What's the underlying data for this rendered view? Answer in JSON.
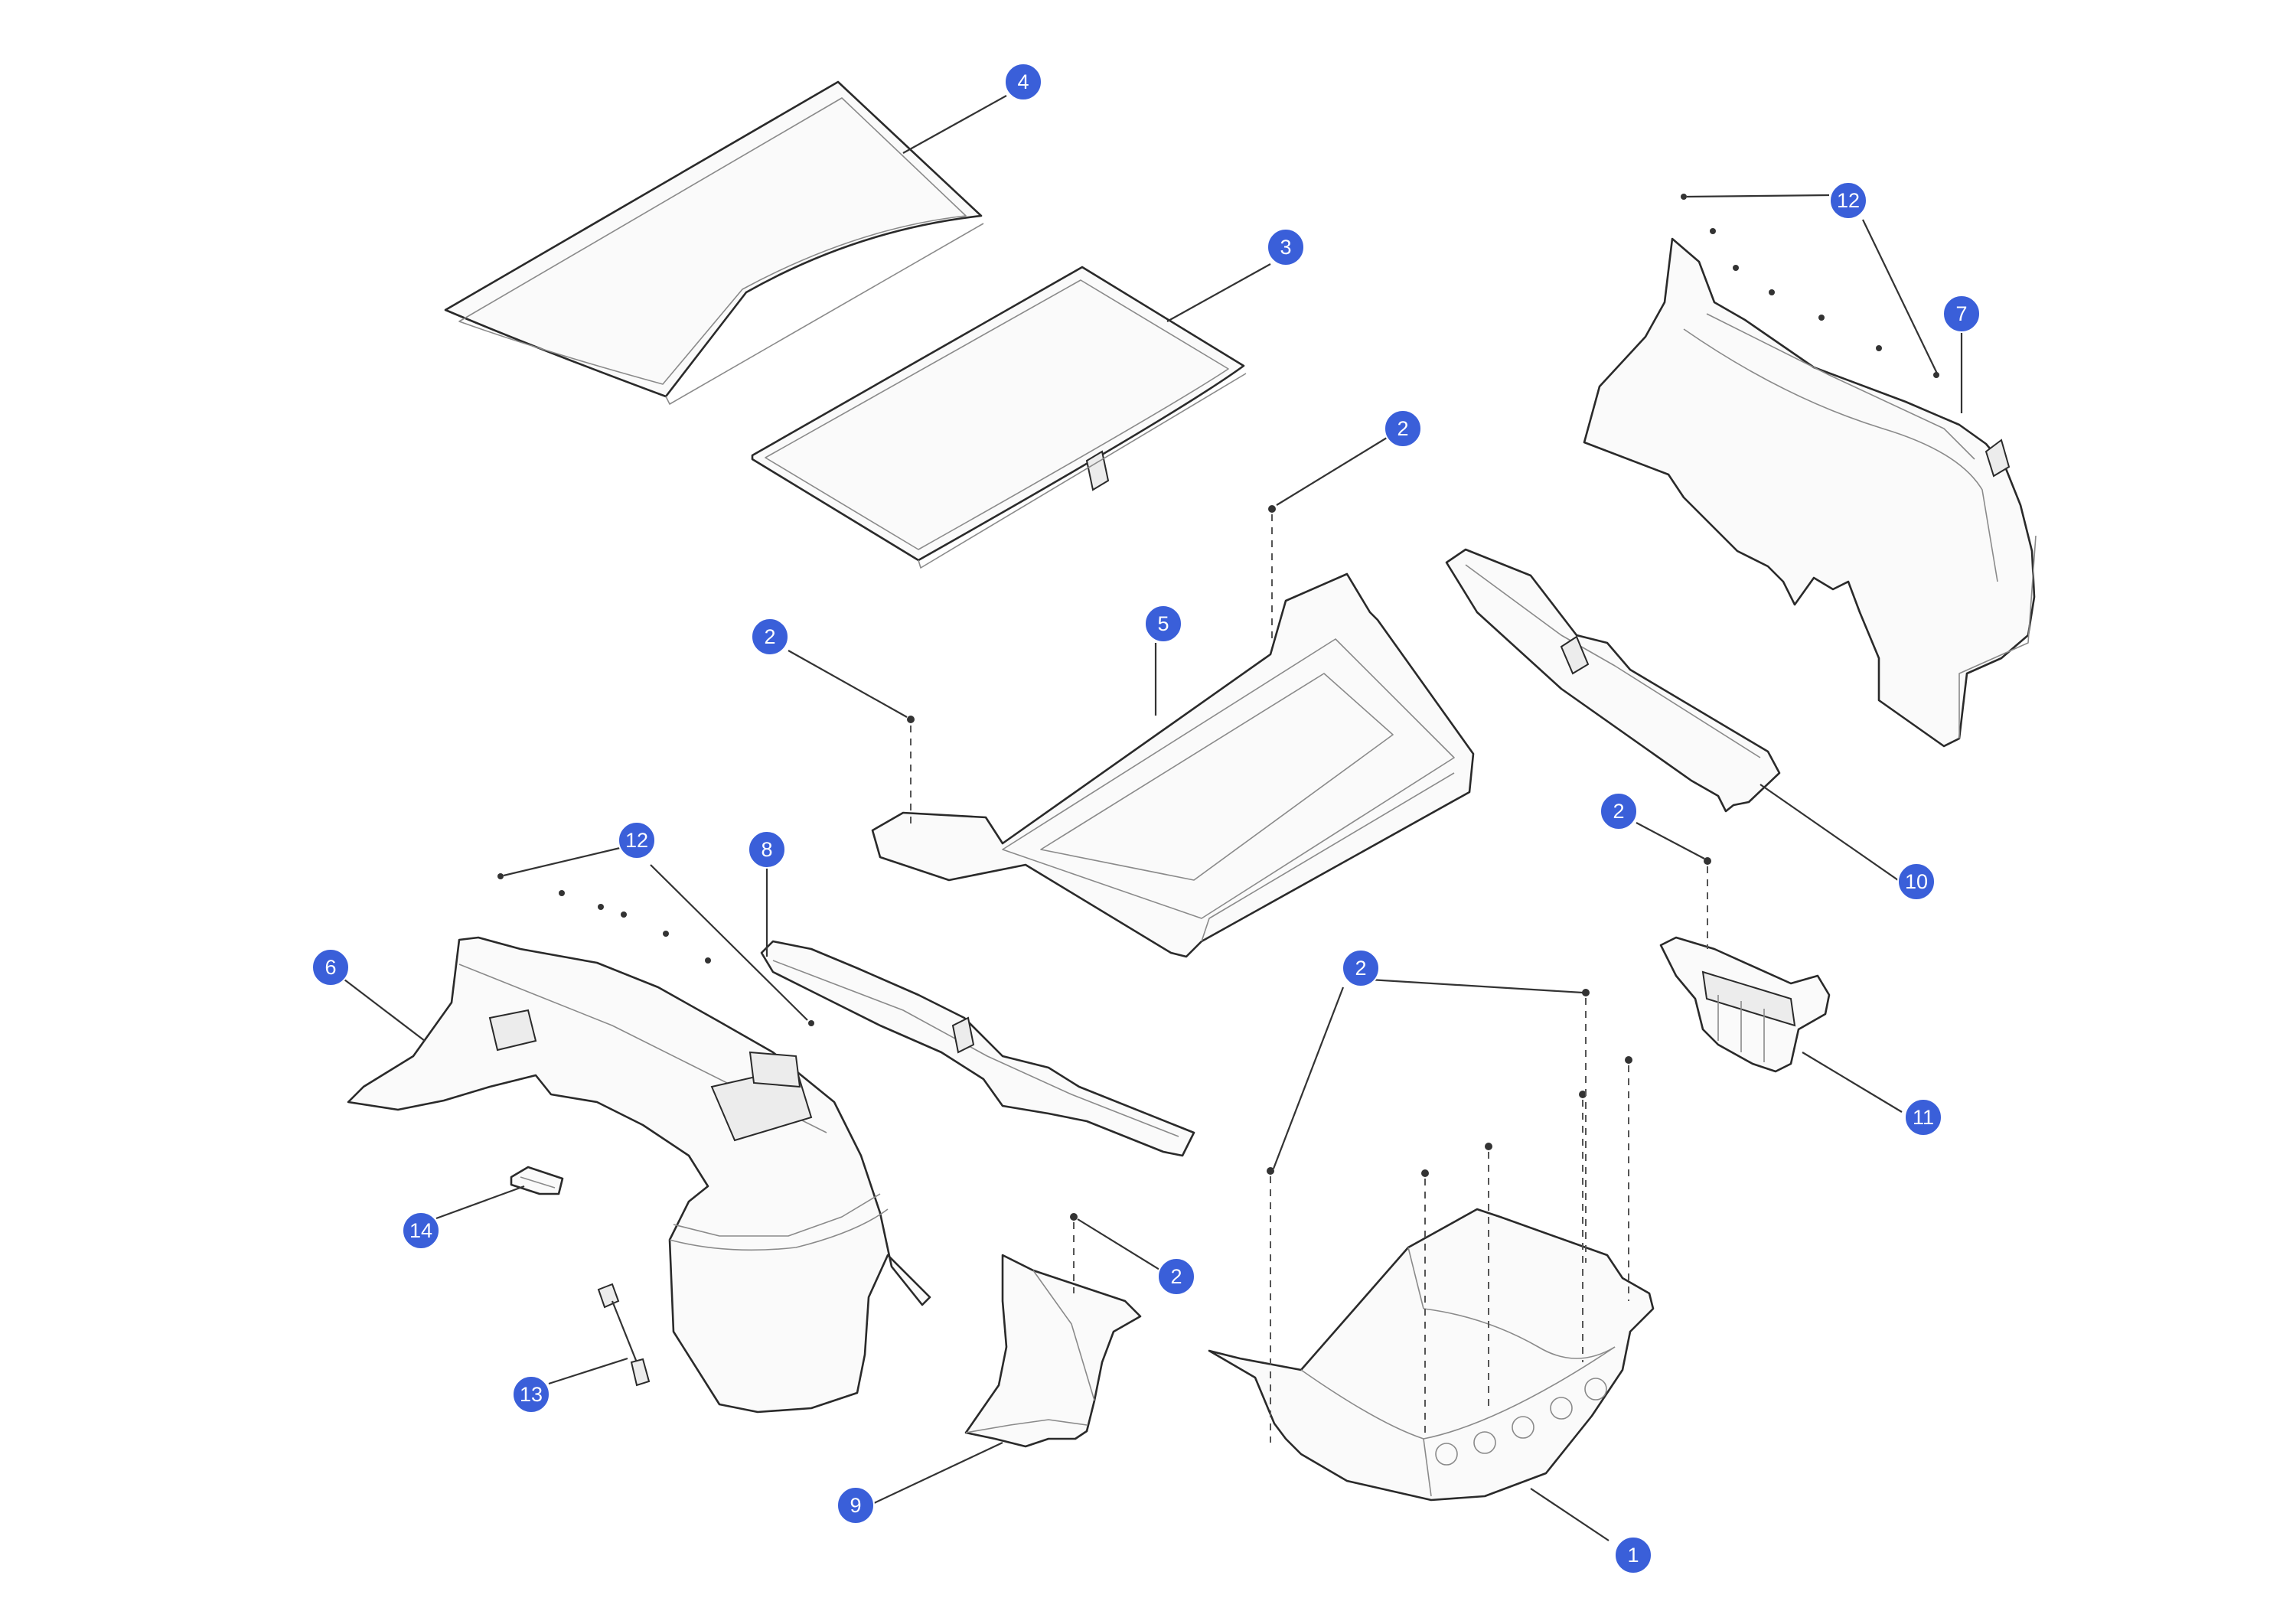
{
  "accent_color": "#3a5fd9",
  "callouts": [
    {
      "id": "callout-4",
      "label": "4"
    },
    {
      "id": "callout-3",
      "label": "3"
    },
    {
      "id": "callout-12-top",
      "label": "12"
    },
    {
      "id": "callout-7",
      "label": "7"
    },
    {
      "id": "callout-2-a",
      "label": "2"
    },
    {
      "id": "callout-5",
      "label": "5"
    },
    {
      "id": "callout-2-b",
      "label": "2"
    },
    {
      "id": "callout-2-c",
      "label": "2"
    },
    {
      "id": "callout-10",
      "label": "10"
    },
    {
      "id": "callout-12-mid",
      "label": "12"
    },
    {
      "id": "callout-8",
      "label": "8"
    },
    {
      "id": "callout-6",
      "label": "6"
    },
    {
      "id": "callout-2-d",
      "label": "2"
    },
    {
      "id": "callout-11",
      "label": "11"
    },
    {
      "id": "callout-14",
      "label": "14"
    },
    {
      "id": "callout-2-e",
      "label": "2"
    },
    {
      "id": "callout-13",
      "label": "13"
    },
    {
      "id": "callout-9",
      "label": "9"
    },
    {
      "id": "callout-1",
      "label": "1"
    }
  ]
}
